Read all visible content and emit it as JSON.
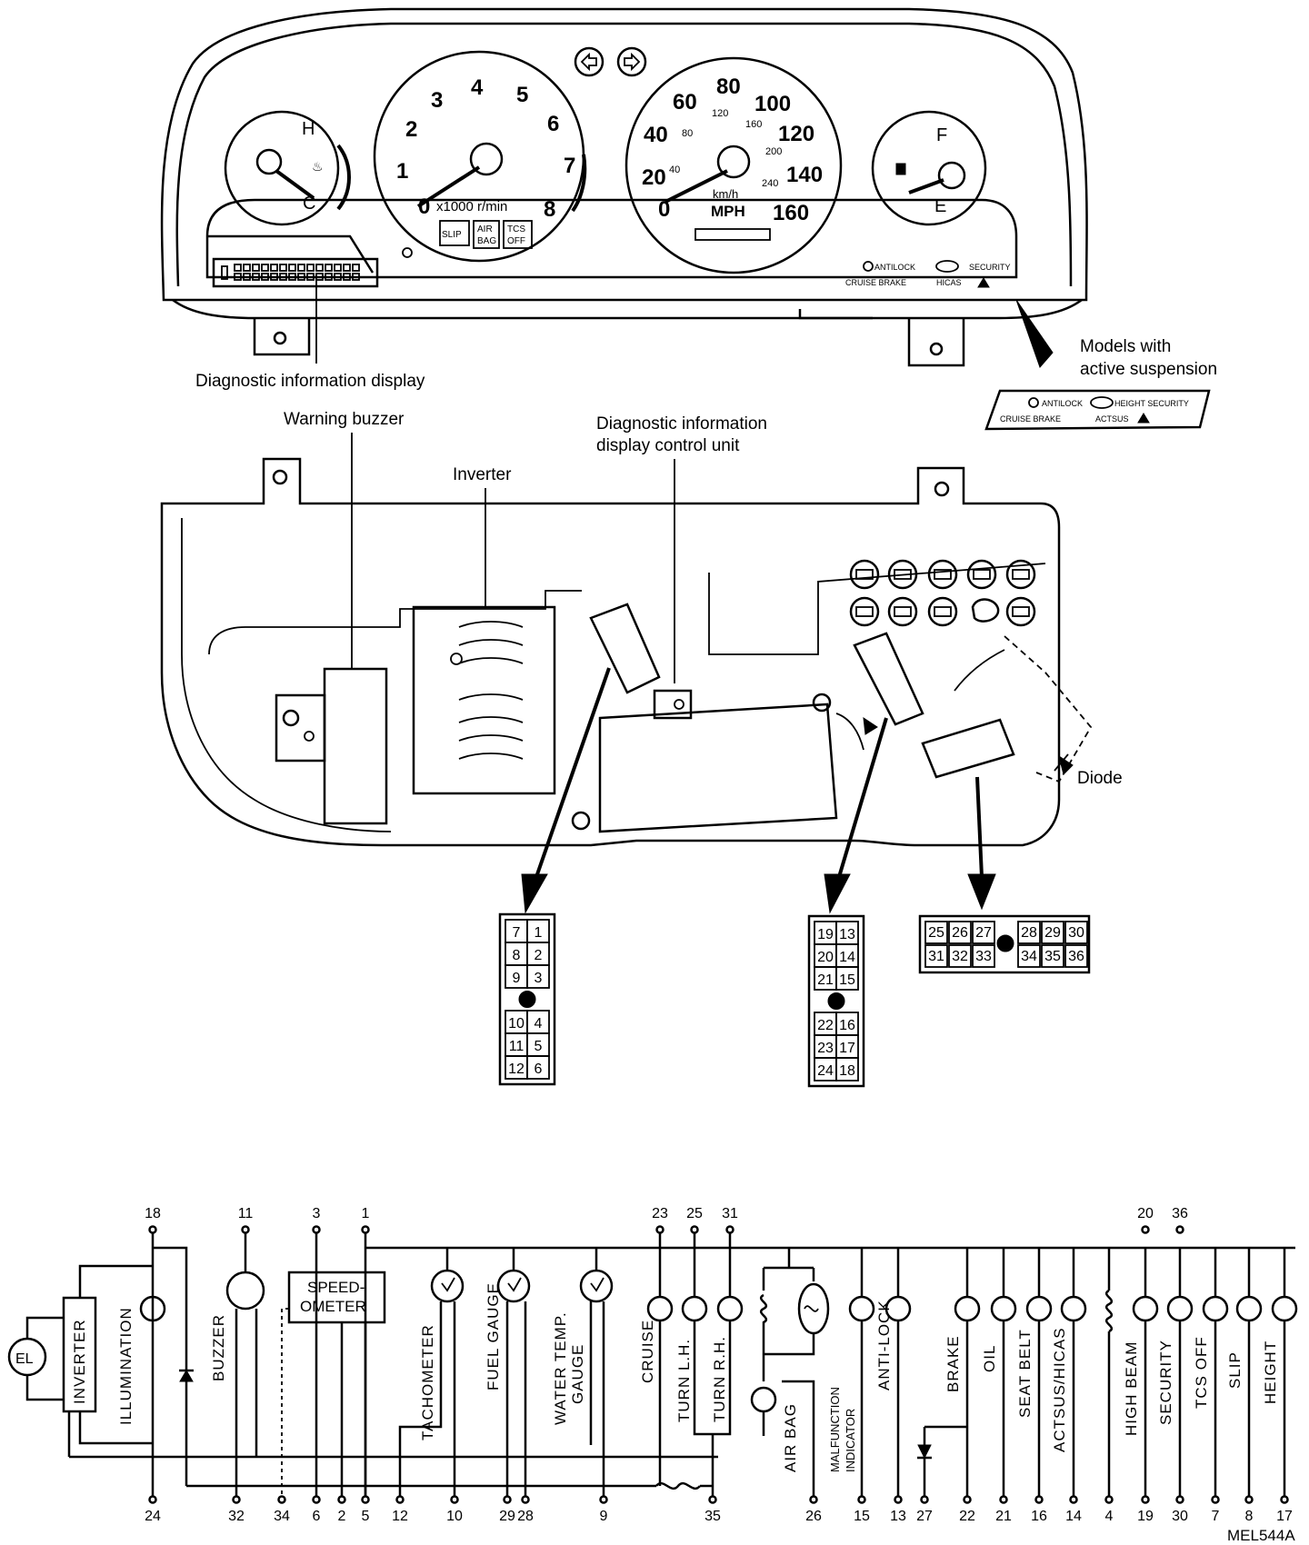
{
  "labels": {
    "diag_display": "Diagnostic information display",
    "models_line1": "Models with",
    "models_line2": "active suspension",
    "warning_buzzer": "Warning buzzer",
    "inverter": "Inverter",
    "diag_unit_line1": "Diagnostic information",
    "diag_unit_line2": "display control unit",
    "diode": "Diode",
    "figure_code": "MEL544A"
  },
  "gauges": {
    "temp_h": "H",
    "temp_c": "C",
    "tach_numbers": [
      "0",
      "1",
      "2",
      "3",
      "4",
      "5",
      "6",
      "7",
      "8"
    ],
    "tach_unit": "x1000 r/min",
    "tach_lamps": [
      [
        "SLIP"
      ],
      [
        "AIR",
        "BAG"
      ],
      [
        "TCS",
        "OFF"
      ]
    ],
    "speed_mph": [
      "0",
      "20",
      "40",
      "60",
      "80",
      "100",
      "120",
      "140",
      "160"
    ],
    "speed_kmh": [
      "40",
      "80",
      "120",
      "160",
      "200",
      "240"
    ],
    "speed_unit_kmh": "km/h",
    "speed_unit_mph": "MPH",
    "fuel_f": "F",
    "fuel_e": "E",
    "plate_std": {
      "l1a": "ANTILOCK",
      "l1b": "SECURITY",
      "l2a": "CRUISE BRAKE",
      "l2b": "HICAS"
    },
    "plate_active": {
      "l1a": "ANTILOCK",
      "l1b": "HEIGHT SECURITY",
      "l2a": "CRUISE BRAKE",
      "l2b": "ACTSUS"
    }
  },
  "connectors": {
    "a": [
      [
        "7",
        "1"
      ],
      [
        "8",
        "2"
      ],
      [
        "9",
        "3"
      ],
      [
        "•",
        ""
      ],
      [
        "10",
        "4"
      ],
      [
        "11",
        "5"
      ],
      [
        "12",
        "6"
      ]
    ],
    "b": [
      [
        "19",
        "13"
      ],
      [
        "20",
        "14"
      ],
      [
        "21",
        "15"
      ],
      [
        "•",
        ""
      ],
      [
        "22",
        "16"
      ],
      [
        "23",
        "17"
      ],
      [
        "24",
        "18"
      ]
    ],
    "c_top": [
      "25",
      "26",
      "27",
      "28",
      "29",
      "30"
    ],
    "c_bot": [
      "31",
      "32",
      "33",
      "34",
      "35",
      "36"
    ]
  },
  "schematic": {
    "top_terminals": [
      "18",
      "11",
      "3",
      "1",
      "23",
      "25",
      "31",
      "20",
      "36"
    ],
    "bottom_terminals": [
      "24",
      "32",
      "34",
      "6",
      "2",
      "5",
      "12",
      "10",
      "29",
      "28",
      "9",
      "35",
      "26",
      "15",
      "13",
      "27",
      "22",
      "21",
      "16",
      "14",
      "4",
      "19",
      "30",
      "7",
      "8",
      "17"
    ],
    "components": {
      "el": "EL",
      "inverter": "INVERTER",
      "illumination": "ILLUMINATION",
      "buzzer": "BUZZER",
      "speedo1": "SPEED-",
      "speedo2": "OMETER",
      "tachometer": "TACHOMETER",
      "fuel_gauge": "FUEL GAUGE",
      "water1": "WATER TEMP.",
      "water2": "GAUGE",
      "cruise": "CRUISE",
      "turn_lh": "TURN L.H.",
      "turn_rh": "TURN R.H.",
      "air_bag": "AIR BAG",
      "malf1": "MALFUNCTION",
      "malf2": "INDICATOR",
      "anti_lock": "ANTI-LOCK",
      "brake": "BRAKE",
      "oil": "OIL",
      "seat_belt": "SEAT BELT",
      "actsus": "ACTSUS/HICAS",
      "high_beam": "HIGH BEAM",
      "security": "SECURITY",
      "tcs_off": "TCS OFF",
      "slip": "SLIP",
      "height": "HEIGHT"
    }
  }
}
